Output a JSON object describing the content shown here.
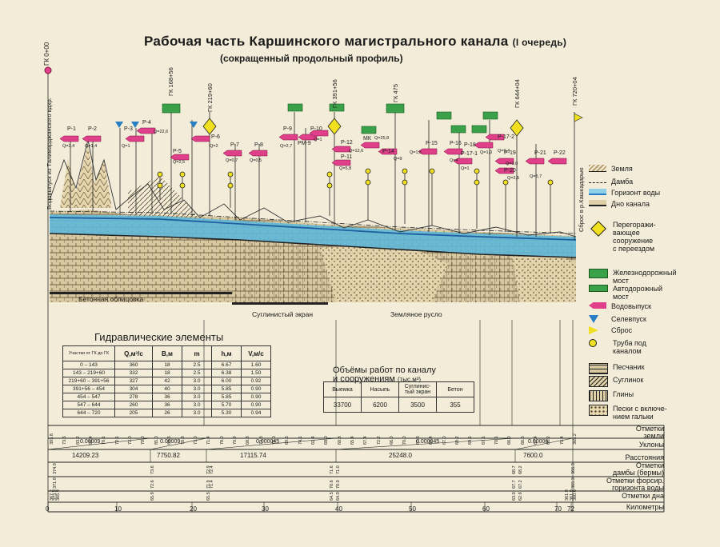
{
  "title": "Рабочая часть Каршинского магистрального канала",
  "title_note": "(I очередь)",
  "subtitle": "(сокращенный продольный профиль)",
  "start_label": "ГК 0+00",
  "left_vertical_label": "Водовыпуск из Талимарджанского вдхр.",
  "right_vertical_label": "Сброс в р.Кашкадарью",
  "pk_labels": [
    "ГК 168+56",
    "ГК 219+60",
    "ГК 391+56",
    "ГК 475",
    "ГК 644+04",
    "ГК 720+04"
  ],
  "outlets": [
    {
      "name": "Р-1",
      "q": "Q=3,4"
    },
    {
      "name": "Р-2",
      "q": "Q=1,4"
    },
    {
      "name": "Р-3",
      "q": "Q=1"
    },
    {
      "name": "Р-4",
      "q": "Q=22,6"
    },
    {
      "name": "Р-5",
      "q": "Q=2,5"
    },
    {
      "name": "Р-6",
      "q": "Q=2"
    },
    {
      "name": "Р-7",
      "q": "Q=0,7"
    },
    {
      "name": "Р-8",
      "q": "Q=0,5"
    },
    {
      "name": "Р-9",
      "q": "Q=2,7"
    },
    {
      "name": "РМ-9",
      "q": ""
    },
    {
      "name": "Р-10",
      "q": "Q=1"
    },
    {
      "name": "Р-11",
      "q": "Q=5,8"
    },
    {
      "name": "Р-12",
      "q": "Q=12,6"
    },
    {
      "name": "МК",
      "q": "Q=25,8"
    },
    {
      "name": "Р-14",
      "q": "Q=9"
    },
    {
      "name": "Р-15",
      "q": "Q=1,5"
    },
    {
      "name": "Р-16",
      "q": "Q=4"
    },
    {
      "name": "Р-17-1",
      "q": "Q=1"
    },
    {
      "name": "Р-17-2",
      "q": "Q=9,4"
    },
    {
      "name": "Р-18",
      "q": "Q=1,0"
    },
    {
      "name": "Р-19",
      "q": "Q=3,0"
    },
    {
      "name": "Р-20",
      "q": "Q=2,5"
    },
    {
      "name": "Р-21",
      "q": "Q=5,7"
    },
    {
      "name": "Р-22",
      "q": ""
    }
  ],
  "lining_labels": {
    "concrete": "Бетонная облицовка",
    "loam": "Суглинистый экран",
    "earth": "Земляное русло"
  },
  "legend": [
    {
      "label": "Земля",
      "icon": "earth-line"
    },
    {
      "label": "Дамба",
      "icon": "dam-line"
    },
    {
      "label": "Горизонт воды",
      "icon": "water-line",
      "color": "#2a7fc4"
    },
    {
      "label": "Дно канала",
      "icon": "bottom-line"
    },
    {
      "label": "Перегоражи-\nвающее\nсооружение\nс переездом",
      "icon": "regulator-diamond",
      "color": "#f0e020"
    },
    {
      "label": "Железнодорожный\nмост",
      "icon": "rail-bridge",
      "color": "#3aa14a"
    },
    {
      "label": "Автодорожный\nмост",
      "icon": "road-bridge",
      "color": "#3aa14a"
    },
    {
      "label": "Водовыпуск",
      "icon": "outlet-arrow",
      "color": "#e0408a"
    },
    {
      "label": "Селевпуск",
      "icon": "mudflow-triangle",
      "color": "#2a7fc4"
    },
    {
      "label": "Сброс",
      "icon": "spillway-flag",
      "color": "#f0e020"
    },
    {
      "label": "Труба под\nканалом",
      "icon": "pipe-marker",
      "color": "#f0e020"
    },
    {
      "label": "Песчаник",
      "icon": "sandstone-hatch"
    },
    {
      "label": "Суглинок",
      "icon": "loam-hatch"
    },
    {
      "label": "Глины",
      "icon": "clay-hatch"
    },
    {
      "label": "Пески с включе-\nнием гальки",
      "icon": "sand-gravel-hatch"
    }
  ],
  "hydraulic": {
    "title": "Гидравлические элементы",
    "headers": [
      "Участки от ГК до ГК",
      "Q,м³/с",
      "В,м",
      "m",
      "h,м",
      "V,м/с"
    ],
    "rows": [
      [
        "0 – 143",
        "360",
        "18",
        "2.5",
        "6.67",
        "1.60"
      ],
      [
        "143 – 219+60",
        "332",
        "18",
        "2.5",
        "6.38",
        "1.50"
      ],
      [
        "219+60 – 391+56",
        "327",
        "42",
        "3.0",
        "6.00",
        "0.92"
      ],
      [
        "391+56 – 454",
        "304",
        "40",
        "3.0",
        "5.85",
        "0.90"
      ],
      [
        "454 – 547",
        "278",
        "36",
        "3.0",
        "5.85",
        "0.90"
      ],
      [
        "547 – 644",
        "260",
        "36",
        "3.0",
        "5.70",
        "0.90"
      ],
      [
        "644 – 720",
        "205",
        "26",
        "3.0",
        "5.30",
        "0.94"
      ]
    ]
  },
  "volumes": {
    "title": "Объёмы работ по каналу\nи сооружениям",
    "unit": "(тыс.м³)",
    "headers": [
      "Выемка",
      "Насыпь",
      "Суглинис-\nтый экран",
      "Бетон"
    ],
    "values": [
      "33700",
      "6200",
      "3500",
      "355"
    ]
  },
  "profile_rows": {
    "ground": "Отметки\nземли",
    "slopes": "Уклоны",
    "distances": "Расстояния",
    "dam": "Отметки\nдамбы (бермы)",
    "water": "Отметки форсир.\nгоризонта воды",
    "bottom": "Отметки дна",
    "km": "Километры"
  },
  "slopes": [
    "0.00009",
    "0.00009",
    "0.000045",
    "0.000045",
    "0.00006"
  ],
  "distances": [
    "14209.23",
    "7750.82",
    "17115.74",
    "25248.0",
    "7600.0"
  ],
  "ground_marks": [
    "393.8",
    "73.6",
    "83.2",
    "90.4",
    "70.1",
    "72.1",
    "72.0",
    "70.0",
    "85.0",
    "69.6",
    "70.8",
    "73.0",
    "71.4",
    "78.0",
    "70.9",
    "68.8",
    "73.8",
    "73.0",
    "69.6",
    "74.1",
    "61.4",
    "68.0",
    "60.8",
    "65.4",
    "67.4",
    "72.2",
    "66.0",
    "70.0",
    "67.8",
    "69.4",
    "67.0",
    "68.2",
    "69.1",
    "67.1",
    "70.1",
    "66.0",
    "66.6",
    "67.4",
    "68.2",
    "70.4",
    "365.2"
  ],
  "dam_marks": [
    "374.9",
    "73.6",
    "72.9",
    "72.4",
    "71.6",
    "71.0",
    "68.7",
    "68.2",
    "366.3"
  ],
  "water_marks": [
    "371.9",
    "72.6",
    "71.9",
    "71.4",
    "70.6",
    "70.0",
    "67.7",
    "67.2",
    "365.3"
  ],
  "bottom_marks": [
    "367.2",
    "373.9",
    "365.9",
    "65.9",
    "65.5",
    "64.5",
    "64.0",
    "63.0",
    "62.9",
    "361.9",
    "361.9",
    "360.0"
  ],
  "km_labels": [
    "0",
    "10",
    "20",
    "30",
    "40",
    "50",
    "60",
    "70",
    "72"
  ]
}
